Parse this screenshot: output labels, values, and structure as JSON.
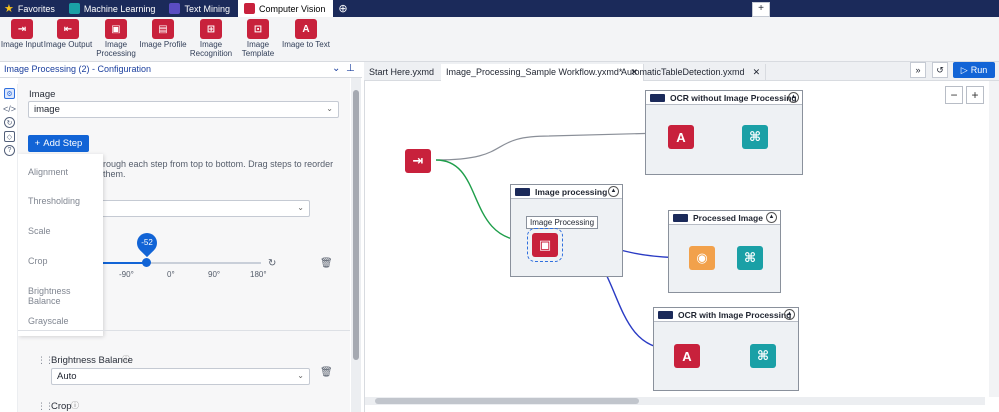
{
  "top_tabs": [
    {
      "label": "Favorites",
      "color": "#f6c21c",
      "active": false
    },
    {
      "label": "Machine Learning",
      "color": "#1aa0a6",
      "active": false
    },
    {
      "label": "Text Mining",
      "color": "#5a4cc2",
      "active": false
    },
    {
      "label": "Computer Vision",
      "color": "#c8213c",
      "active": true
    }
  ],
  "ribbon_tools": [
    {
      "label": "Image Input",
      "icon": "image-input-icon"
    },
    {
      "label": "Image Output",
      "icon": "image-output-icon"
    },
    {
      "label": "Image Processing",
      "icon": "image-processing-icon"
    },
    {
      "label": "Image Profile",
      "icon": "image-profile-icon"
    },
    {
      "label": "Image Recognition",
      "icon": "image-recognition-icon"
    },
    {
      "label": "Image Template",
      "icon": "image-template-icon"
    },
    {
      "label": "Image to Text",
      "icon": "image-to-text-icon"
    }
  ],
  "config": {
    "title": "Image Processing (2) - Configuration",
    "image_label": "Image",
    "image_value": "image",
    "add_step": "Add Step",
    "help_text": "rough each step from top to bottom. Drag steps to reorder them.",
    "menu_items": [
      "Alignment",
      "Thresholding",
      "Scale",
      "Crop",
      "Brightness Balance",
      "Grayscale"
    ],
    "slider_value": "-52",
    "ticks": [
      "-90°",
      "0°",
      "90°",
      "180°"
    ],
    "brightness_label": "Brightness Balance",
    "brightness_value": "Auto",
    "crop_label": "Crop"
  },
  "doc_tabs": [
    {
      "label": "Start Here.yxmd",
      "active": false
    },
    {
      "label": "Image_Processing_Sample Workflow.yxmd*",
      "active": true
    },
    {
      "label": "AutomaticTableDetection.yxmd",
      "active": false
    }
  ],
  "run_label": "Run",
  "containers": [
    {
      "title": "OCR without Image Processing"
    },
    {
      "title": "Image processing"
    },
    {
      "title": "Processed Image"
    },
    {
      "title": "OCR with Image Processing"
    }
  ],
  "node_label": "Image Processing",
  "colors": {
    "brand_red": "#c8213c",
    "accent_blue": "#1264d6",
    "teal": "#1aa0a6",
    "navy": "#1b2a5a"
  }
}
